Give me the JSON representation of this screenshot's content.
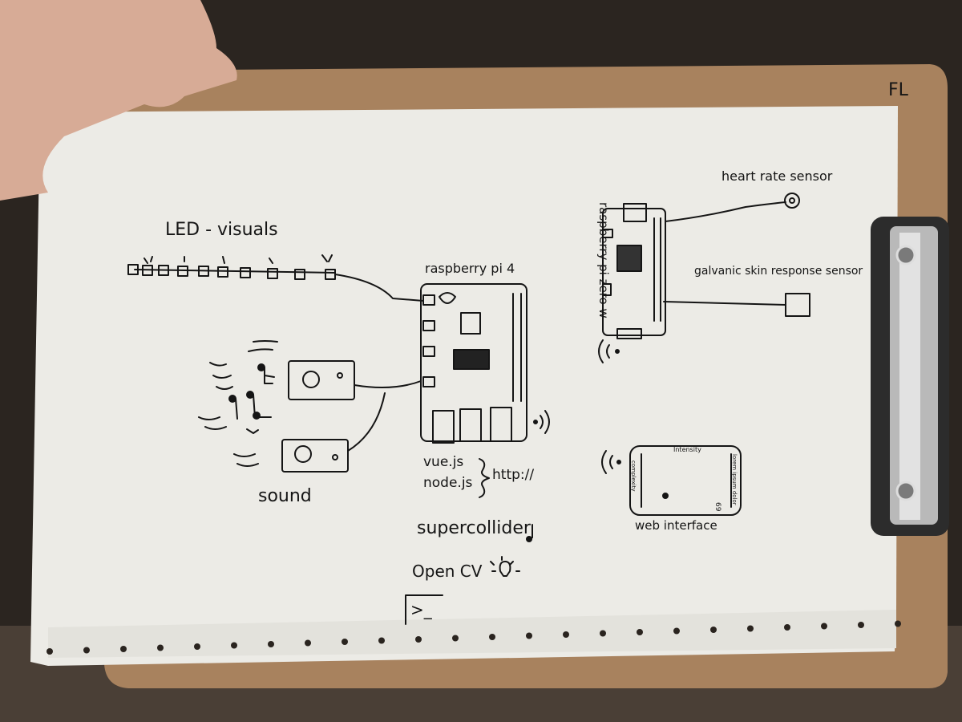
{
  "clipboard_edge_text": "FL",
  "labels": {
    "led": "LED - visuals",
    "rpi4": "raspberry pi 4",
    "rpizero": "raspberry pi zero w",
    "heart": "heart rate sensor",
    "gsr": "galvanic skin response sensor",
    "sound": "sound",
    "vue": "vue.js",
    "node": "node.js",
    "http": "http://",
    "supercollider": "supercollider",
    "opencv": "Open CV",
    "terminal": ">_",
    "web": "web interface",
    "phone_top": "Intensity",
    "phone_left": "complexity",
    "phone_right": "lorem ipsum dolor",
    "phone_corner": "69"
  },
  "colors": {
    "paper": "#ecebe6",
    "clipboard": "#a8825e",
    "ink": "#151515",
    "clip_metal": "#b9b9b9"
  }
}
